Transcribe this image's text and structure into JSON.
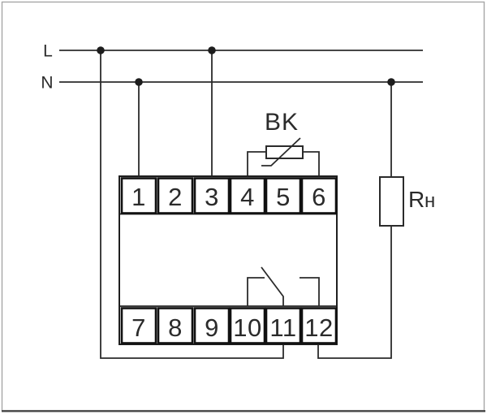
{
  "diagram": {
    "power_lines": {
      "live_label": "L",
      "neutral_label": "N"
    },
    "sensor": {
      "label": "BK"
    },
    "load": {
      "label_main": "R",
      "label_sub": "н"
    },
    "terminal_block": {
      "top_row": [
        "1",
        "2",
        "3",
        "4",
        "5",
        "6"
      ],
      "bottom_row": [
        "7",
        "8",
        "9",
        "10",
        "11",
        "12"
      ]
    },
    "colors": {
      "wire": "#2b2b2b",
      "text": "#2b2b2b",
      "background": "#ffffff",
      "frame": "#a6a6a6"
    }
  }
}
